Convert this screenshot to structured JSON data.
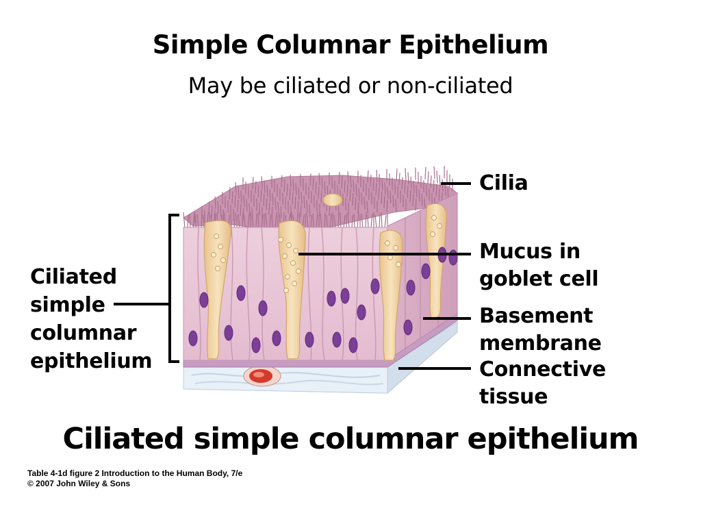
{
  "title": "Simple Columnar Epithelium",
  "subtitle": "May be ciliated or non-ciliated",
  "labels": {
    "cilia": "Cilia",
    "mucus_line1": "Mucus in",
    "mucus_line2": "goblet cell",
    "basement_line1": "Basement",
    "basement_line2": "membrane",
    "connective_line1": "Connective",
    "connective_line2": "tissue",
    "left_line1": "Ciliated",
    "left_line2": "simple",
    "left_line3": "columnar",
    "left_line4": "epithelium"
  },
  "caption": "Ciliated simple columnar epithelium",
  "credit_line1": "Table 4-1d figure 2  Introduction to the Human Body, 7/e",
  "credit_line2": "© 2007 John Wiley & Sons",
  "colors": {
    "cell_fill": "#ecc9d8",
    "cell_outline": "#c596af",
    "cilia": "#b87b9c",
    "nucleus": "#7b3f98",
    "goblet": "#f1d7a8",
    "connective": "#e4edf6",
    "blood": "#c9362a"
  }
}
